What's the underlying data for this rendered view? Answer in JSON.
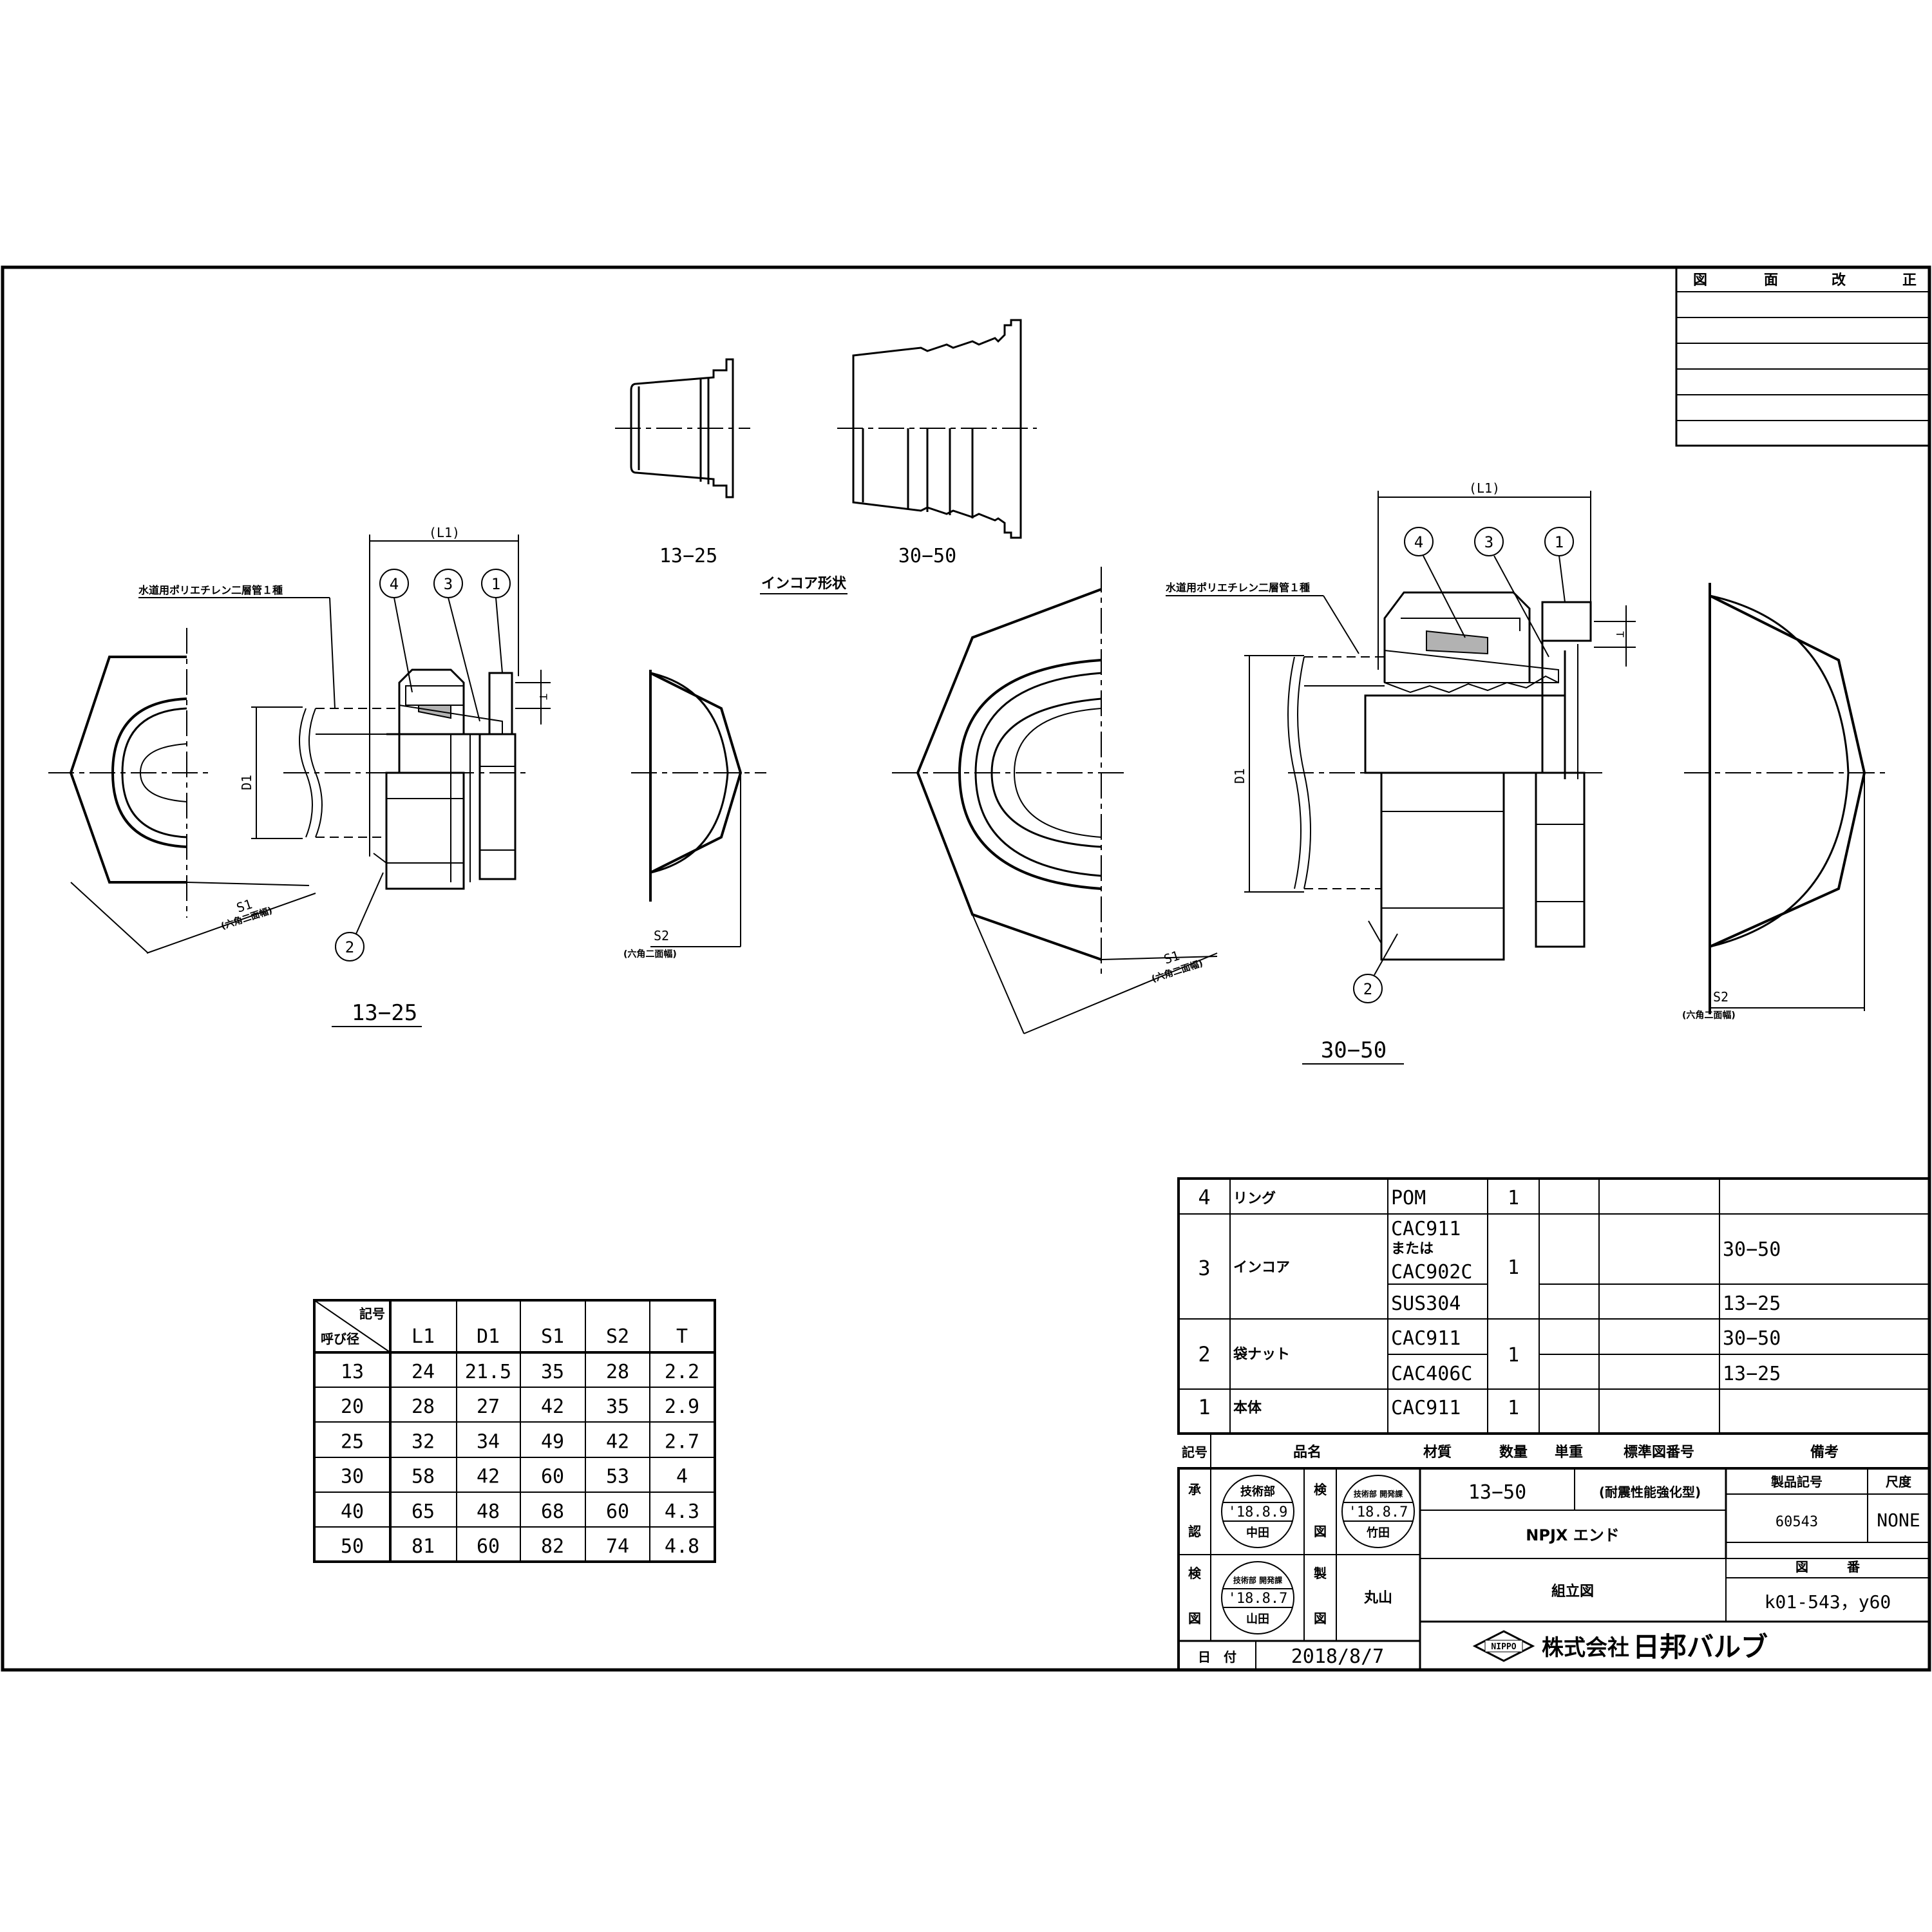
{
  "revision_header": [
    "図",
    "面",
    "改",
    "正"
  ],
  "views": {
    "small_label": "13−25",
    "large_label": "30−50",
    "insert_small_label": "13−25",
    "insert_large_label": "30−50",
    "insert_caption": "インコア形状",
    "pipe_label": "水道用ポリエチレン二層管１種",
    "dim_L1": "(L1)",
    "dim_D1": "D1",
    "dim_T": "T",
    "dim_S1": "S1",
    "dim_S2": "S2",
    "hex_note": "(六角二面幅)",
    "balloons": [
      "1",
      "2",
      "3",
      "4"
    ]
  },
  "dimension_table": {
    "corner_top": "記号",
    "corner_bottom": "呼び径",
    "columns": [
      "L1",
      "D1",
      "S1",
      "S2",
      "T"
    ],
    "rows": [
      [
        "13",
        "24",
        "21.5",
        "35",
        "28",
        "2.2"
      ],
      [
        "20",
        "28",
        "27",
        "42",
        "35",
        "2.9"
      ],
      [
        "25",
        "32",
        "34",
        "49",
        "42",
        "2.7"
      ],
      [
        "30",
        "58",
        "42",
        "60",
        "53",
        "4"
      ],
      [
        "40",
        "65",
        "48",
        "68",
        "60",
        "4.3"
      ],
      [
        "50",
        "81",
        "60",
        "82",
        "74",
        "4.8"
      ]
    ]
  },
  "parts_list": {
    "headers": [
      "記号",
      "品名",
      "材質",
      "数量",
      "単重",
      "標準図番号",
      "備考"
    ],
    "rows": [
      {
        "no": "4",
        "name": "リング",
        "material": "POM",
        "qty": "1",
        "note": ""
      },
      {
        "no": "3",
        "name": "インコア",
        "material_1": "CAC911",
        "material_or": "または",
        "material_2": "CAC902C",
        "qty": "1",
        "note": "30−50",
        "material_3": "SUS304",
        "note_3": "13−25"
      },
      {
        "no": "2",
        "name": "袋ナット",
        "material_1": "CAC911",
        "note_1": "30−50",
        "qty": "1",
        "material_2": "CAC406C",
        "note_2": "13−25"
      },
      {
        "no": "1",
        "name": "本体",
        "material": "CAC911",
        "qty": "1",
        "note": ""
      }
    ]
  },
  "title_block": {
    "approve_chars": [
      "承",
      "認"
    ],
    "inspect_chars": [
      "検",
      "図"
    ],
    "check_chars": [
      "検",
      "図"
    ],
    "make_chars": [
      "製",
      "図"
    ],
    "stamp_approve": {
      "dept": "技術部",
      "date": "'18.8.9",
      "name": "中田"
    },
    "stamp_inspect": {
      "dept": "技術部 開発課",
      "date": "'18.8.7",
      "name": "竹田"
    },
    "stamp_check": {
      "dept": "技術部 開発課",
      "date": "'18.8.7",
      "name": "山田"
    },
    "drafter": "丸山",
    "size": "13−50",
    "variant": "(耐震性能強化型)",
    "product_name": "NPJX  エンド",
    "drawing_type": "組立図",
    "product_code_label": "製品記号",
    "product_code": "60543",
    "scale_label": "尺度",
    "scale": "NONE",
    "drawing_no_label": "図　　　番",
    "drawing_no": "k01-543，y60",
    "date_label": "日　付",
    "date": "2018/8/7",
    "company": "株式会社",
    "brand": "日邦バルブ",
    "logo_text": "NIPPO"
  }
}
